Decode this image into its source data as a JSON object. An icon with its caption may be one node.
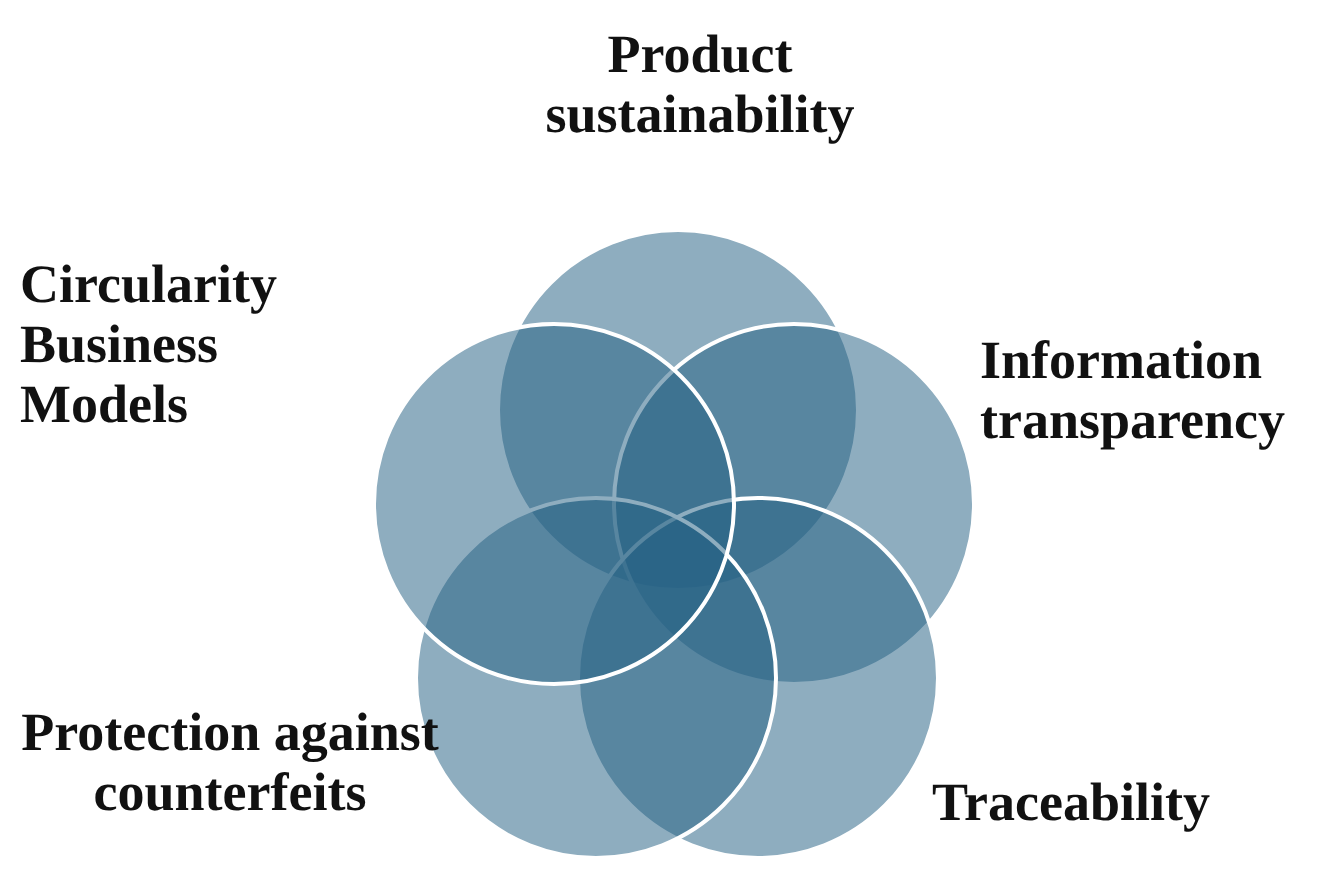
{
  "diagram": {
    "nodes": [
      {
        "text": [
          "Product sustainability"
        ]
      },
      {
        "text": [
          "Information transparency"
        ]
      },
      {
        "text": [
          "Traceability"
        ]
      },
      {
        "text": [
          "Protection against counterfeits"
        ]
      },
      {
        "text": [
          "Circularity Business Models"
        ]
      }
    ]
  }
}
